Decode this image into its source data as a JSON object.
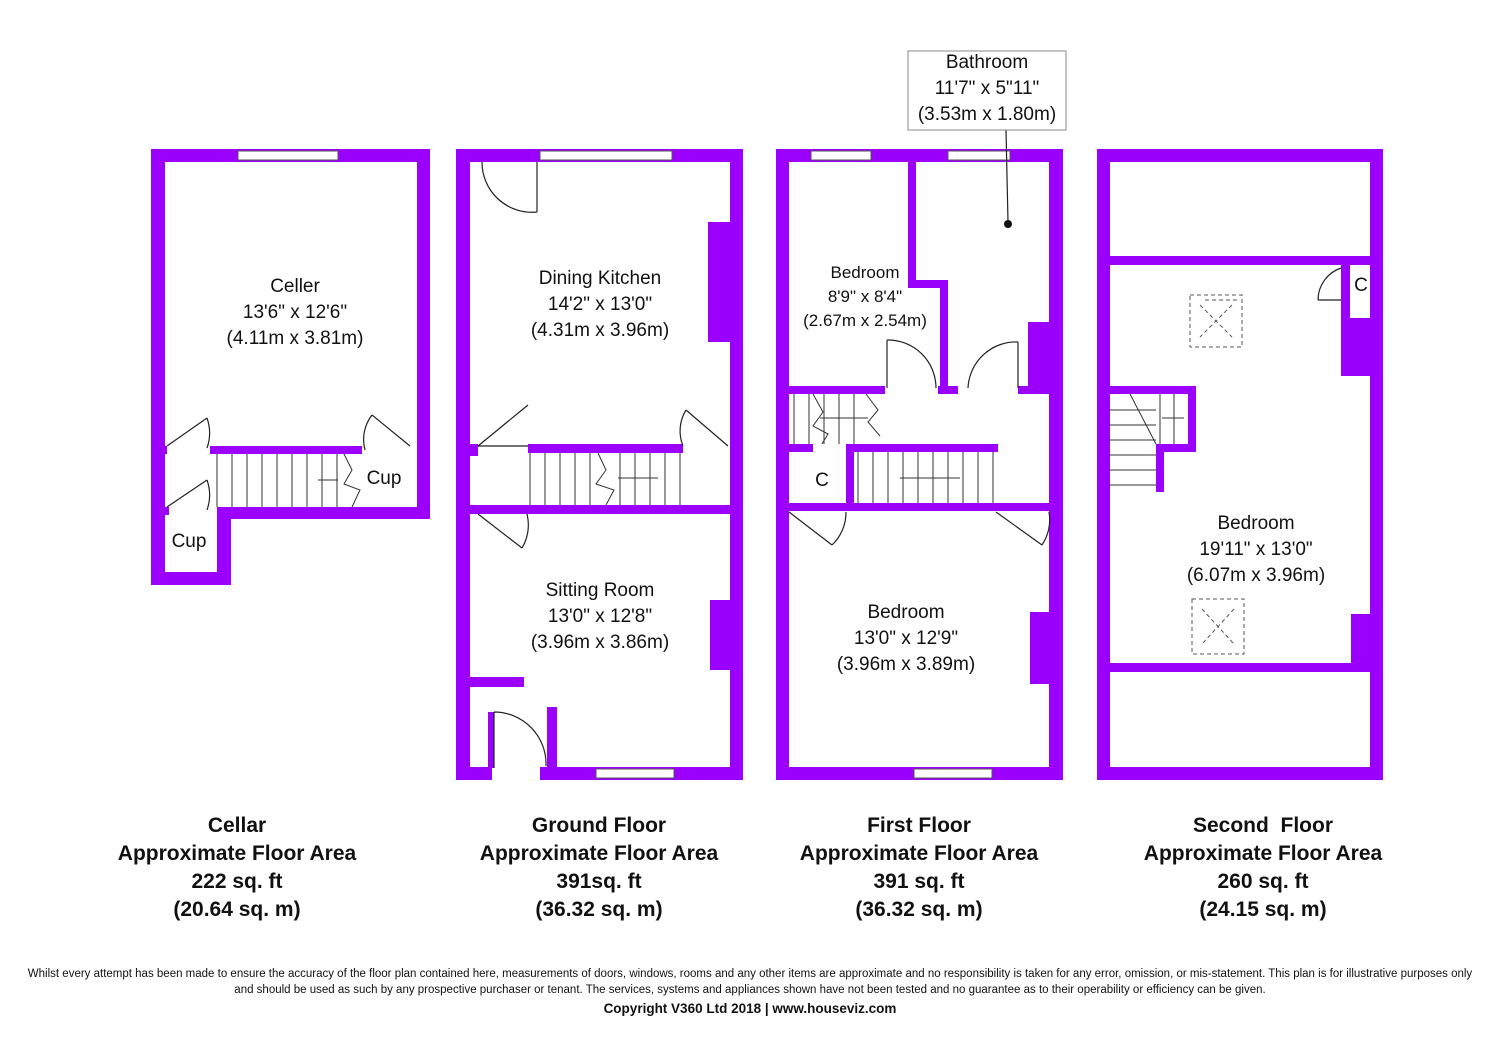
{
  "plans": {
    "cellar": {
      "rooms": {
        "celler": {
          "name": "Celler",
          "imperial": "13'6\" x 12'6\"",
          "metric": "(4.11m x 3.81m)"
        },
        "cup_right": {
          "name": "Cup"
        },
        "cup_left": {
          "name": "Cup"
        }
      },
      "summary": {
        "title": "Cellar",
        "subtitle": "Approximate Floor Area",
        "area_imperial": "222 sq. ft",
        "area_metric": "(20.64 sq. m)"
      }
    },
    "ground": {
      "rooms": {
        "dining_kitchen": {
          "name": "Dining Kitchen",
          "imperial": "14'2\" x 13'0\"",
          "metric": "(4.31m x 3.96m)"
        },
        "sitting_room": {
          "name": "Sitting Room",
          "imperial": "13'0\" x 12'8\"",
          "metric": "(3.96m x 3.86m)"
        }
      },
      "summary": {
        "title": "Ground Floor",
        "subtitle": "Approximate Floor Area",
        "area_imperial": "391sq. ft",
        "area_metric": "(36.32 sq. m)"
      }
    },
    "first": {
      "rooms": {
        "bathroom": {
          "name": "Bathroom",
          "imperial": "11'7\" x 5\"11\"",
          "metric": "(3.53m x 1.80m)"
        },
        "bedroom_small": {
          "name": "Bedroom",
          "imperial": "8'9\" x 8'4\"",
          "metric": "(2.67m x 2.54m)"
        },
        "cupboard": {
          "name": "C"
        },
        "bedroom_main": {
          "name": "Bedroom",
          "imperial": "13'0\" x 12'9\"",
          "metric": "(3.96m x 3.89m)"
        }
      },
      "summary": {
        "title": "First Floor",
        "subtitle": "Approximate Floor Area",
        "area_imperial": "391 sq. ft",
        "area_metric": "(36.32 sq. m)"
      }
    },
    "second": {
      "rooms": {
        "cupboard": {
          "name": "C"
        },
        "bedroom": {
          "name": "Bedroom",
          "imperial": "19'11\" x 13'0\"",
          "metric": "(6.07m x 3.96m)"
        }
      },
      "summary": {
        "title": "Second  Floor",
        "subtitle": "Approximate Floor Area",
        "area_imperial": "260 sq. ft",
        "area_metric": "(24.15 sq. m)"
      }
    }
  },
  "colors": {
    "wall": "#9b00ff",
    "text": "#111111",
    "background": "#ffffff"
  },
  "footer": {
    "disclaimer": "Whilst every attempt has been made to ensure the accuracy of the floor plan contained here, measurements of doors, windows, rooms and any other items are approximate and no responsibility is taken for any error, omission, or mis-statement. This plan is for illustrative purposes only and should be used as such by any prospective purchaser or tenant. The services, systems and appliances shown have not been tested and no guarantee as to their operability or efficiency can be given.",
    "copyright": "Copyright V360 Ltd 2018 | www.houseviz.com"
  }
}
